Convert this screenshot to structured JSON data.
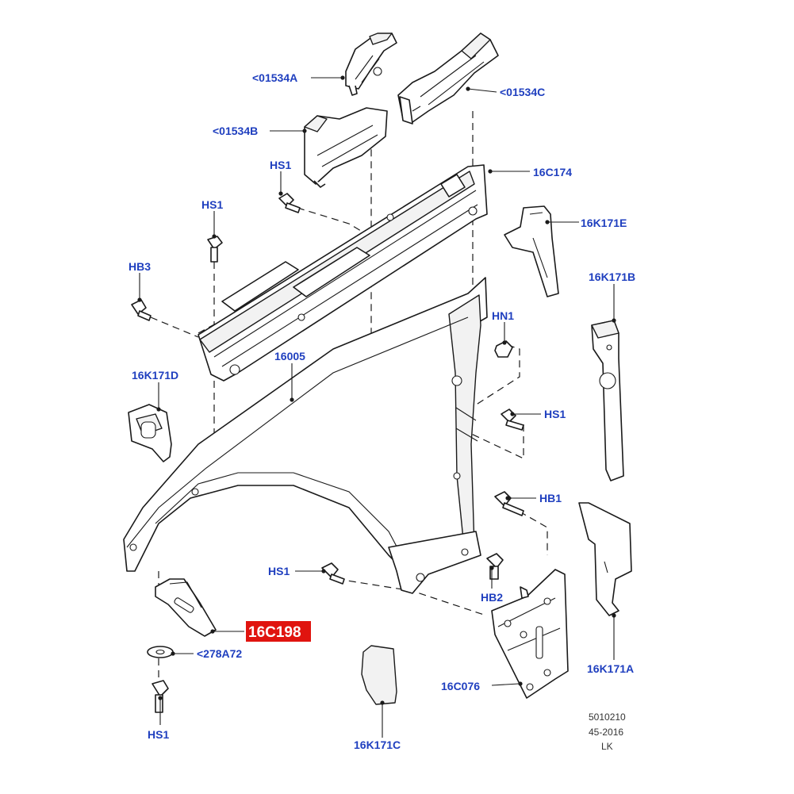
{
  "diagram": {
    "callouts": {
      "c01534a": "<01534A",
      "c01534c": "<01534C",
      "c01534b": "<01534B",
      "hs1_top": "HS1",
      "c16c174": "16C174",
      "hs1_upper": "HS1",
      "c16k171e": "16K171E",
      "hb3": "HB3",
      "c16k171b": "16K171B",
      "hn1": "HN1",
      "c16005": "16005",
      "c16k171d": "16K171D",
      "hs1_right": "HS1",
      "hb1": "HB1",
      "hs1_mid": "HS1",
      "hb2": "HB2",
      "c16c198": "16C198",
      "c278a72": "<278A72",
      "c16c076": "16C076",
      "c16k171a": "16K171A",
      "hs1_bottom": "HS1",
      "c16k171c": "16K171C"
    },
    "highlight_color": "#e0140f",
    "callout_color": "#1f3fbf",
    "reference": {
      "line1": "5010210",
      "line2": "45-2016",
      "line3": "LK"
    }
  }
}
